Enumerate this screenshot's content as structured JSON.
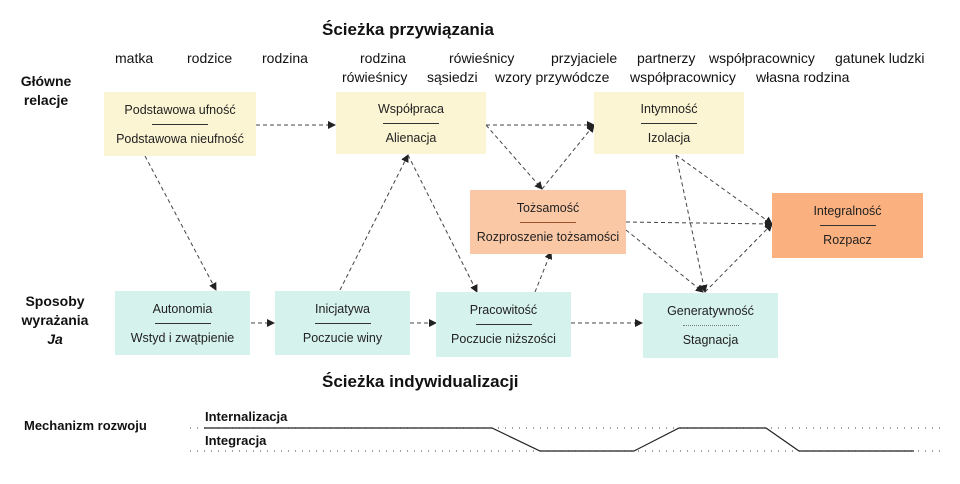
{
  "titles": {
    "attachment_path": "Ścieżka przywiązania",
    "individuation_path": "Ścieżka indywidualizacji"
  },
  "row_labels": {
    "main_relations_line1": "Główne",
    "main_relations_line2": "relacje",
    "self_expression_line1": "Sposoby",
    "self_expression_line2": "wyrażania",
    "self_expression_line3": "Ja",
    "mechanism": "Mechanizm rozwoju"
  },
  "relations": {
    "row1": [
      "matka",
      "rodzice",
      "rodzina",
      "rodzina",
      "rówieśnicy",
      "przyjaciele",
      "partnerzy",
      "współpracownicy",
      "gatunek ludzki"
    ],
    "row2": [
      "rówieśnicy",
      "sąsiedzi",
      "wzory przywódcze",
      "współpracownicy",
      "własna rodzina"
    ]
  },
  "stages": {
    "trust": {
      "top": "Podstawowa ufność",
      "bottom": "Podstawowa nieufność"
    },
    "cooperation": {
      "top": "Współpraca",
      "bottom": "Alienacja"
    },
    "intimacy": {
      "top": "Intymność",
      "bottom": "Izolacja"
    },
    "identity": {
      "top": "Tożsamość",
      "bottom": "Rozproszenie tożsamości"
    },
    "integrity": {
      "top": "Integralność",
      "bottom": "Rozpacz"
    },
    "autonomy": {
      "top": "Autonomia",
      "bottom": "Wstyd i zwątpienie"
    },
    "initiative": {
      "top": "Inicjatywa",
      "bottom": "Poczucie winy"
    },
    "industry": {
      "top": "Pracowitość",
      "bottom": "Poczucie niższości"
    },
    "generativity": {
      "top": "Generatywność",
      "bottom": "Stagnacja"
    }
  },
  "mechanisms": {
    "internalization": "Internalizacja",
    "integration": "Integracja"
  },
  "colors": {
    "yellow": "#fbf5d3",
    "peach": "#fbc8a6",
    "orange": "#fbb07f",
    "teal": "#d6f2ec"
  }
}
